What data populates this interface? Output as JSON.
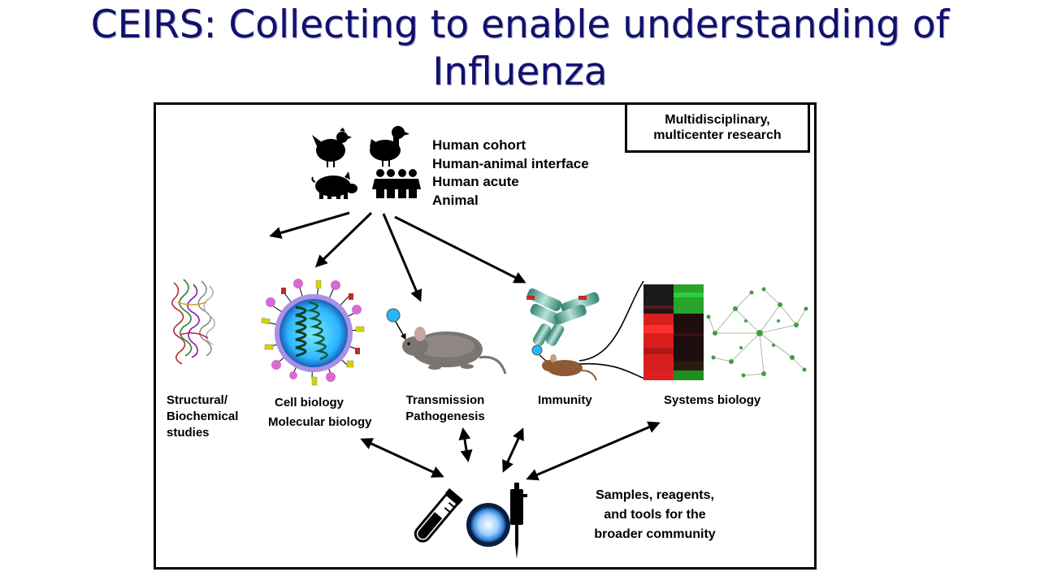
{
  "title": {
    "line1": "CEIRS: Collecting to enable understanding of",
    "line2": "Influenza"
  },
  "tag_box": {
    "line1": "Multidisciplinary,",
    "line2": "multicenter research"
  },
  "cohorts": [
    "Human cohort",
    "Human-animal interface",
    "Human acute",
    "Animal"
  ],
  "areas": {
    "structural": [
      "Structural/",
      "Biochemical",
      "studies"
    ],
    "cell_biology": "Cell biology",
    "molecular_biology": "Molecular biology",
    "transmission": [
      "Transmission",
      "Pathogenesis"
    ],
    "immunity": "Immunity",
    "systems_biology": "Systems biology"
  },
  "resources": [
    "Samples, reagents,",
    "and tools for the",
    "broader community"
  ],
  "icons": {
    "chicken": "chicken-icon",
    "duck": "duck-icon",
    "pig": "pig-icon",
    "people": "people-icon",
    "protein": "protein-structure-icon",
    "virus": "influenza-virus-icon",
    "mouse": "mouse-icon",
    "antibody": "antibody-icon",
    "heatmap": "heatmap-icon",
    "network": "network-icon",
    "tube": "test-tube-icon",
    "cell": "cell-icon",
    "pipette": "pipette-icon"
  }
}
